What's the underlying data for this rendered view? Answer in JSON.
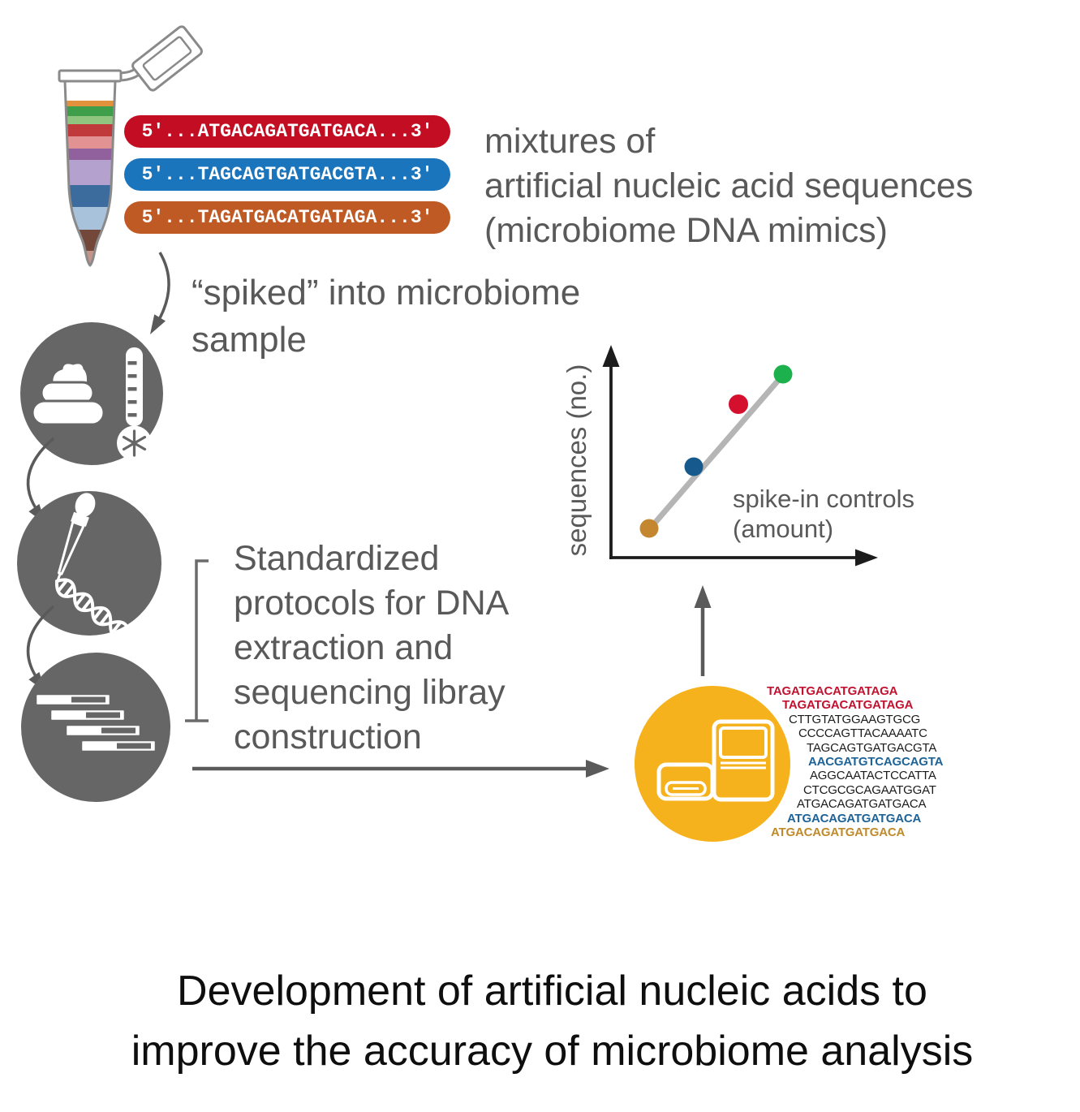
{
  "figure": {
    "background": "#ffffff",
    "title_lines": [
      "Development of artificial nucleic acids to",
      "improve the accuracy of microbiome analysis"
    ]
  },
  "palette": {
    "step_circle_gray": "#666666",
    "caption_gray": "#595959",
    "arrow_gray": "#5a5a5a",
    "axis_black": "#1c1c1c",
    "trendline_gray": "#b5b5b5",
    "bracket_gray": "#6b6b6b",
    "sequencer_yellow": "#f6b21c",
    "tube_outline_gray": "#8a8a8a",
    "title_black": "#0e0e0e"
  },
  "tube": {
    "description": "microcentrifuge tube with layered colored spike-in mixture",
    "layers": [
      {
        "color": "#e2923c"
      },
      {
        "color": "#3f9e49"
      },
      {
        "color": "#8fc57e"
      },
      {
        "color": "#c0393b"
      },
      {
        "color": "#e29293"
      },
      {
        "color": "#91619e"
      },
      {
        "color": "#b4a1ce"
      },
      {
        "color": "#3c6b9e"
      },
      {
        "color": "#a9c2dc"
      },
      {
        "color": "#74473b"
      },
      {
        "color": "#c2948a"
      }
    ]
  },
  "pills": [
    {
      "label": "5'...ATGACAGATGATGACA...3'",
      "color": "#c30d23"
    },
    {
      "label": "5'...TAGCAGTGATGACGTA...3'",
      "color": "#1b75bc"
    },
    {
      "label": "5'...TAGATGACATGATAGA...3'",
      "color": "#c05a24"
    }
  ],
  "captions": {
    "mixtures": [
      "mixtures of",
      "artificial nucleic acid sequences",
      "(microbiome DNA mimics)"
    ],
    "spiked": [
      "“spiked” into microbiome",
      "sample"
    ],
    "protocols": [
      "Standardized",
      "protocols for DNA",
      "extraction and",
      "sequencing libray",
      "construction"
    ]
  },
  "icons": {
    "step1": "stool-sample-icon + freezing-thermometer-icon",
    "step2": "dropper-icon + dna-helix-icon",
    "step3": "sequencing-reads-icon",
    "output": "dna-sequencer-icon"
  },
  "chart": {
    "ylabel": "sequences (no.)",
    "annotation": [
      "spike-in controls",
      "(amount)"
    ]
  },
  "chart_data": {
    "type": "scatter",
    "title": "",
    "xlabel": "spike-in controls (amount)",
    "ylabel": "sequences (no.)",
    "axes": "schematic black arrow axes, no ticks or numeric scale",
    "points": [
      {
        "label": "spike-in control lowest amount",
        "color": "#c4862f",
        "x": 1,
        "y": 1
      },
      {
        "label": "spike-in control",
        "color": "#16598c",
        "x": 2,
        "y": 2.1
      },
      {
        "label": "spike-in control",
        "color": "#d50f2e",
        "x": 3,
        "y": 3.2
      },
      {
        "label": "spike-in control highest amount",
        "color": "#1cb14c",
        "x": 4,
        "y": 3.7
      }
    ],
    "trendline": {
      "type": "linear",
      "color": "#b5b5b5",
      "from_point": 1,
      "to_point": 4
    },
    "legend": "none"
  },
  "sequencer_output": {
    "lines": [
      {
        "text": "TAGATGACATGATAGA",
        "color": "#c31230",
        "weight": "700"
      },
      {
        "text": "TAGATGACATGATAGA",
        "color": "#c31230",
        "weight": "700"
      },
      {
        "text": "CTTGTATGGAAGTGCG",
        "color": "#1b1b1b",
        "weight": "400"
      },
      {
        "text": "CCCCAGTTACAAAATC",
        "color": "#1b1b1b",
        "weight": "400"
      },
      {
        "text": "TAGCAGTGATGACGTA",
        "color": "#1b1b1b",
        "weight": "400"
      },
      {
        "text": "AACGATGTCAGCAGTA",
        "color": "#1d6397",
        "weight": "700"
      },
      {
        "text": "AGGCAATACTCCATTA",
        "color": "#1b1b1b",
        "weight": "400"
      },
      {
        "text": "CTCGCGCAGAATGGAT",
        "color": "#1b1b1b",
        "weight": "400"
      },
      {
        "text": "ATGACAGATGATGACA",
        "color": "#1b1b1b",
        "weight": "400"
      },
      {
        "text": "ATGACAGATGATGACA",
        "color": "#1d6397",
        "weight": "700"
      },
      {
        "text": "ATGACAGATGATGACA",
        "color": "#bf8a2a",
        "weight": "700"
      }
    ]
  }
}
